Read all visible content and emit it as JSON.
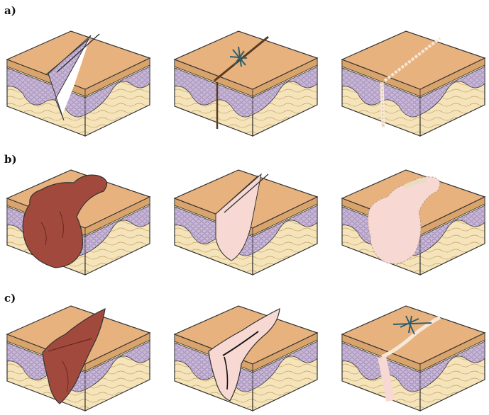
{
  "figure": {
    "rows": [
      {
        "label": "a)",
        "panels": [
          {
            "id": "a1",
            "wound": "incision"
          },
          {
            "id": "a2",
            "wound": "sutured"
          },
          {
            "id": "a3",
            "wound": "healed-scar"
          }
        ]
      },
      {
        "label": "b)",
        "panels": [
          {
            "id": "b1",
            "wound": "large-open-wound"
          },
          {
            "id": "b2",
            "wound": "granulating-incision"
          },
          {
            "id": "b3",
            "wound": "healed-large-scar"
          }
        ]
      },
      {
        "label": "c)",
        "panels": [
          {
            "id": "c1",
            "wound": "infected-wound"
          },
          {
            "id": "c2",
            "wound": "open-granulating-wound"
          },
          {
            "id": "c3",
            "wound": "delayed-suture"
          }
        ]
      }
    ]
  },
  "colors": {
    "epidermis_top": "#e8b27e",
    "epidermis_side": "#d9a36c",
    "dermis": "#f3dfb4",
    "cell_layer": "#c9b7d8",
    "subcutis": "#f5e4b9",
    "wound_dark": "#a2493d",
    "wound_pink": "#f7d8d2",
    "suture": "#2f5f6a",
    "outline": "#333333"
  }
}
